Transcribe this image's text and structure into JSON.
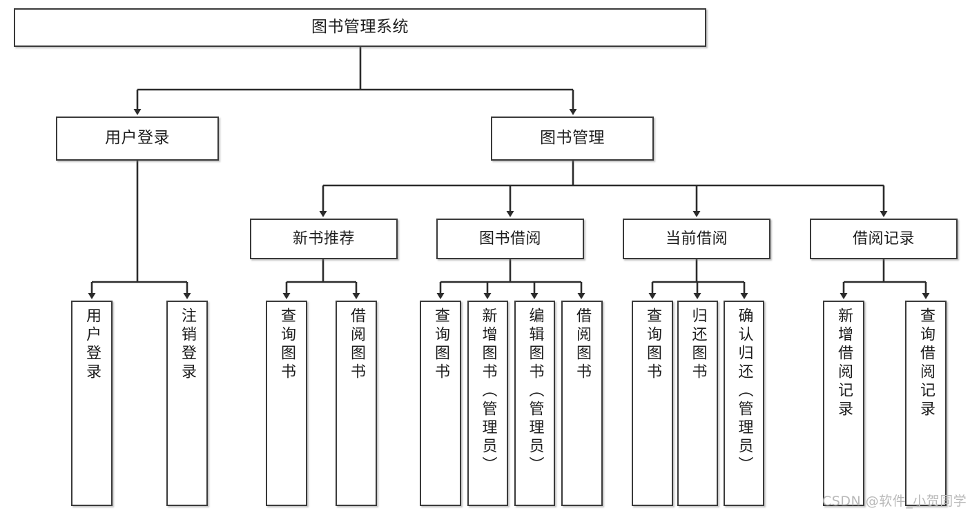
{
  "diagram": {
    "type": "tree-hierarchy-chart",
    "title": "图书管理系统",
    "background_color": "#ffffff",
    "node_border_color": "#3a3a3a",
    "node_fill_color": "#ffffff",
    "text_color": "#1d1d1d",
    "edge_color": "#2b2b2b"
  },
  "nodes": {
    "root": {
      "label": "图书管理系统"
    },
    "level1": [
      {
        "id": "user-login",
        "label": "用户登录"
      },
      {
        "id": "book-management",
        "label": "图书管理"
      }
    ],
    "level2": [
      {
        "id": "new-book-recommend",
        "label": "新书推荐"
      },
      {
        "id": "book-borrow",
        "label": "图书借阅"
      },
      {
        "id": "current-borrow",
        "label": "当前借阅"
      },
      {
        "id": "borrow-record",
        "label": "借阅记录"
      }
    ],
    "leaves": {
      "user_login": [
        {
          "id": "leaf-user-login",
          "label": "用户登录"
        },
        {
          "id": "leaf-logout-login",
          "label": "注销登录"
        }
      ],
      "new_book_recommend": [
        {
          "id": "leaf-query-book-1",
          "label": "查询图书"
        },
        {
          "id": "leaf-borrow-book-1",
          "label": "借阅图书"
        }
      ],
      "book_borrow": [
        {
          "id": "leaf-query-book-2",
          "label": "查询图书"
        },
        {
          "id": "leaf-add-book-admin",
          "label": "新增图书（管理员）"
        },
        {
          "id": "leaf-edit-book-admin",
          "label": "编辑图书（管理员）"
        },
        {
          "id": "leaf-borrow-book-2",
          "label": "借阅图书"
        }
      ],
      "current_borrow": [
        {
          "id": "leaf-query-book-3",
          "label": "查询图书"
        },
        {
          "id": "leaf-return-book",
          "label": "归还图书"
        },
        {
          "id": "leaf-confirm-return-admin",
          "label": "确认归还（管理员）"
        }
      ],
      "borrow_record": [
        {
          "id": "leaf-add-borrow-record",
          "label": "新增借阅记录"
        },
        {
          "id": "leaf-query-borrow-record",
          "label": "查询借阅记录"
        }
      ]
    }
  },
  "watermark": {
    "text": "CSDN @软件_小贺同学"
  }
}
